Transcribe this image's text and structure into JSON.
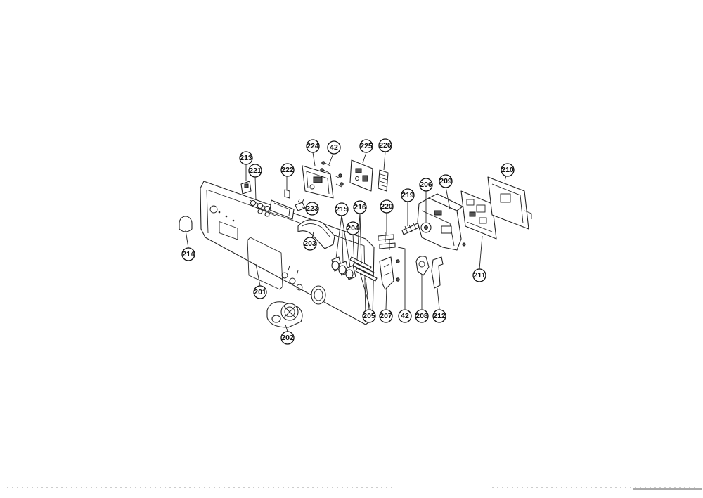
{
  "callouts": [
    {
      "id": "c213",
      "label": "213"
    },
    {
      "id": "c221",
      "label": "221"
    },
    {
      "id": "c222",
      "label": "222"
    },
    {
      "id": "c224",
      "label": "224"
    },
    {
      "id": "c42a",
      "label": "42"
    },
    {
      "id": "c225",
      "label": "225"
    },
    {
      "id": "c226",
      "label": "226"
    },
    {
      "id": "c223",
      "label": "223"
    },
    {
      "id": "c215",
      "label": "215"
    },
    {
      "id": "c216",
      "label": "216"
    },
    {
      "id": "c220",
      "label": "220"
    },
    {
      "id": "c219",
      "label": "219"
    },
    {
      "id": "c206",
      "label": "206"
    },
    {
      "id": "c209",
      "label": "209"
    },
    {
      "id": "c210",
      "label": "210"
    },
    {
      "id": "c204",
      "label": "204"
    },
    {
      "id": "c203",
      "label": "203"
    },
    {
      "id": "c214",
      "label": "214"
    },
    {
      "id": "c201",
      "label": "201"
    },
    {
      "id": "c211",
      "label": "211"
    },
    {
      "id": "c205",
      "label": "205"
    },
    {
      "id": "c207",
      "label": "207"
    },
    {
      "id": "c42b",
      "label": "42"
    },
    {
      "id": "c208",
      "label": "208"
    },
    {
      "id": "c212",
      "label": "212"
    },
    {
      "id": "c202",
      "label": "202"
    }
  ]
}
